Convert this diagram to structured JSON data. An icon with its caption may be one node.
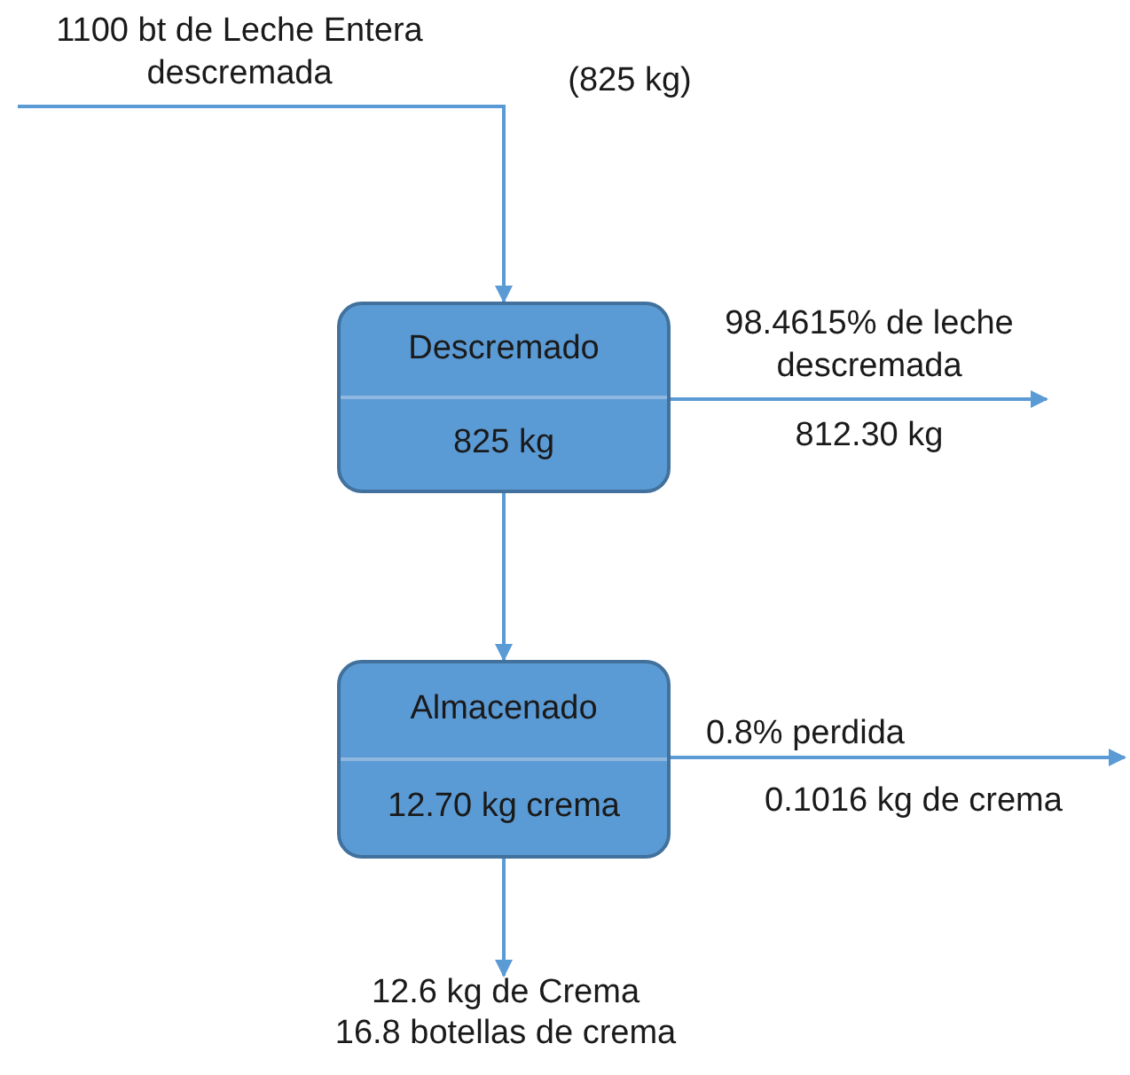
{
  "diagram": {
    "nodes": [
      {
        "text": [
          "Descremado",
          "825 kg"
        ]
      },
      {
        "text": [
          "Almacenado",
          "12.70 kg crema"
        ]
      }
    ],
    "edges": [
      {
        "from": null,
        "to": 0,
        "arrow": "to",
        "label": "1100 bt de Leche Entera descremada"
      },
      {
        "from": 0,
        "to": null,
        "arrow": "to",
        "label": "98.4615% de leche descremada"
      },
      {
        "from": 0,
        "to": 1,
        "arrow": "to"
      },
      {
        "from": 1,
        "to": null,
        "arrow": "to",
        "label": "0.8% perdida"
      },
      {
        "from": 1,
        "to": null,
        "arrow": "to",
        "label": "12.6 kg de Crema"
      }
    ],
    "labels": [
      "(825 kg)",
      "812.30 kg",
      "0.1016 kg de crema",
      "16.8 botellas de crema"
    ]
  }
}
